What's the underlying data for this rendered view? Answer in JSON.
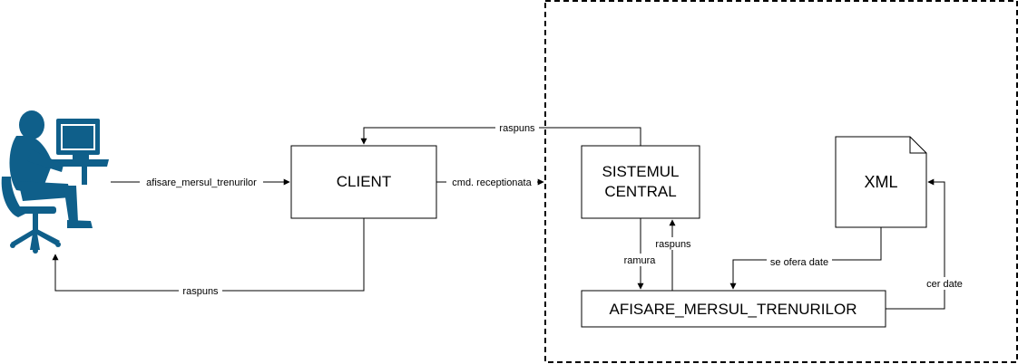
{
  "nodes": {
    "client": "CLIENT",
    "sistemul_central_line1": "SISTEMUL",
    "sistemul_central_line2": "CENTRAL",
    "xml": "XML",
    "afisare": "AFISARE_MERSUL_TRENURILOR"
  },
  "edges": {
    "user_to_client": "afisare_mersul_trenurilor",
    "client_to_user": "raspuns",
    "client_to_central": "cmd. receptionata",
    "central_to_client": "raspuns",
    "central_to_afisare": "ramura",
    "afisare_to_central": "raspuns",
    "xml_to_afisare": "se ofera date",
    "afisare_to_xml": "cer date"
  },
  "icons": {
    "user": "user-at-computer-icon"
  },
  "colors": {
    "icon": "#0f5f8a",
    "stroke": "#000000"
  }
}
